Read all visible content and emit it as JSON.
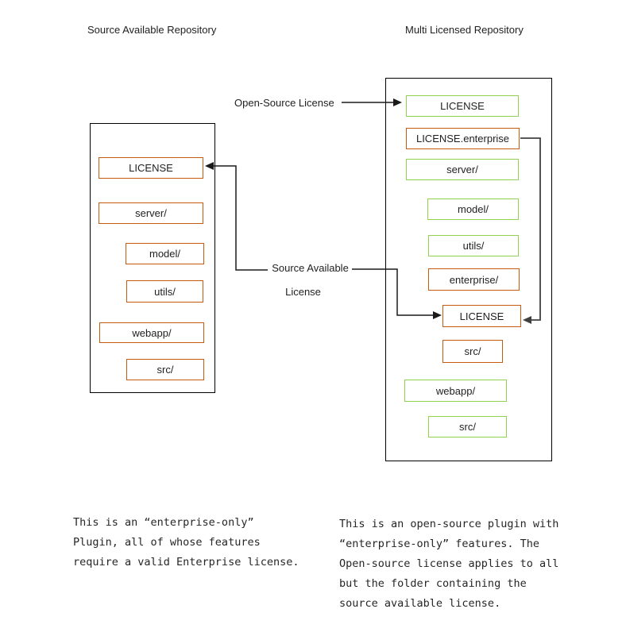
{
  "diagram": {
    "left_repo": {
      "title": "Source Available Repository",
      "boxes": [
        {
          "label": "LICENSE",
          "license": "source-available"
        },
        {
          "label": "server/",
          "license": "source-available"
        },
        {
          "label": "model/",
          "license": "source-available"
        },
        {
          "label": "utils/",
          "license": "source-available"
        },
        {
          "label": "webapp/",
          "license": "source-available"
        },
        {
          "label": "src/",
          "license": "source-available"
        }
      ],
      "caption": [
        "This is an “enterprise-only”",
        "Plugin, all of whose features",
        "require a valid Enterprise license."
      ]
    },
    "right_repo": {
      "title": "Multi Licensed Repository",
      "boxes": [
        {
          "label": "LICENSE",
          "license": "open-source"
        },
        {
          "label": "LICENSE.enterprise",
          "license": "source-available"
        },
        {
          "label": "server/",
          "license": "open-source"
        },
        {
          "label": "model/",
          "license": "open-source"
        },
        {
          "label": "utils/",
          "license": "open-source"
        },
        {
          "label": "enterprise/",
          "license": "source-available"
        },
        {
          "label": "LICENSE",
          "license": "source-available"
        },
        {
          "label": "src/",
          "license": "source-available"
        },
        {
          "label": "webapp/",
          "license": "open-source"
        },
        {
          "label": "src/",
          "license": "open-source"
        }
      ],
      "caption": [
        "This is an open-source plugin with",
        "“enterprise-only” features. The",
        "Open-source license applies to all",
        "but the folder containing the",
        "source available license."
      ]
    },
    "labels": {
      "open_source_license": "Open-Source License",
      "source_available_line1": "Source Available",
      "source_available_line2": "License"
    },
    "colors": {
      "open_source_green": "#92D050",
      "source_available_orange": "#C55A11",
      "arrow_dark": "#1a1a1a",
      "arrow_gray": "#404040"
    }
  }
}
